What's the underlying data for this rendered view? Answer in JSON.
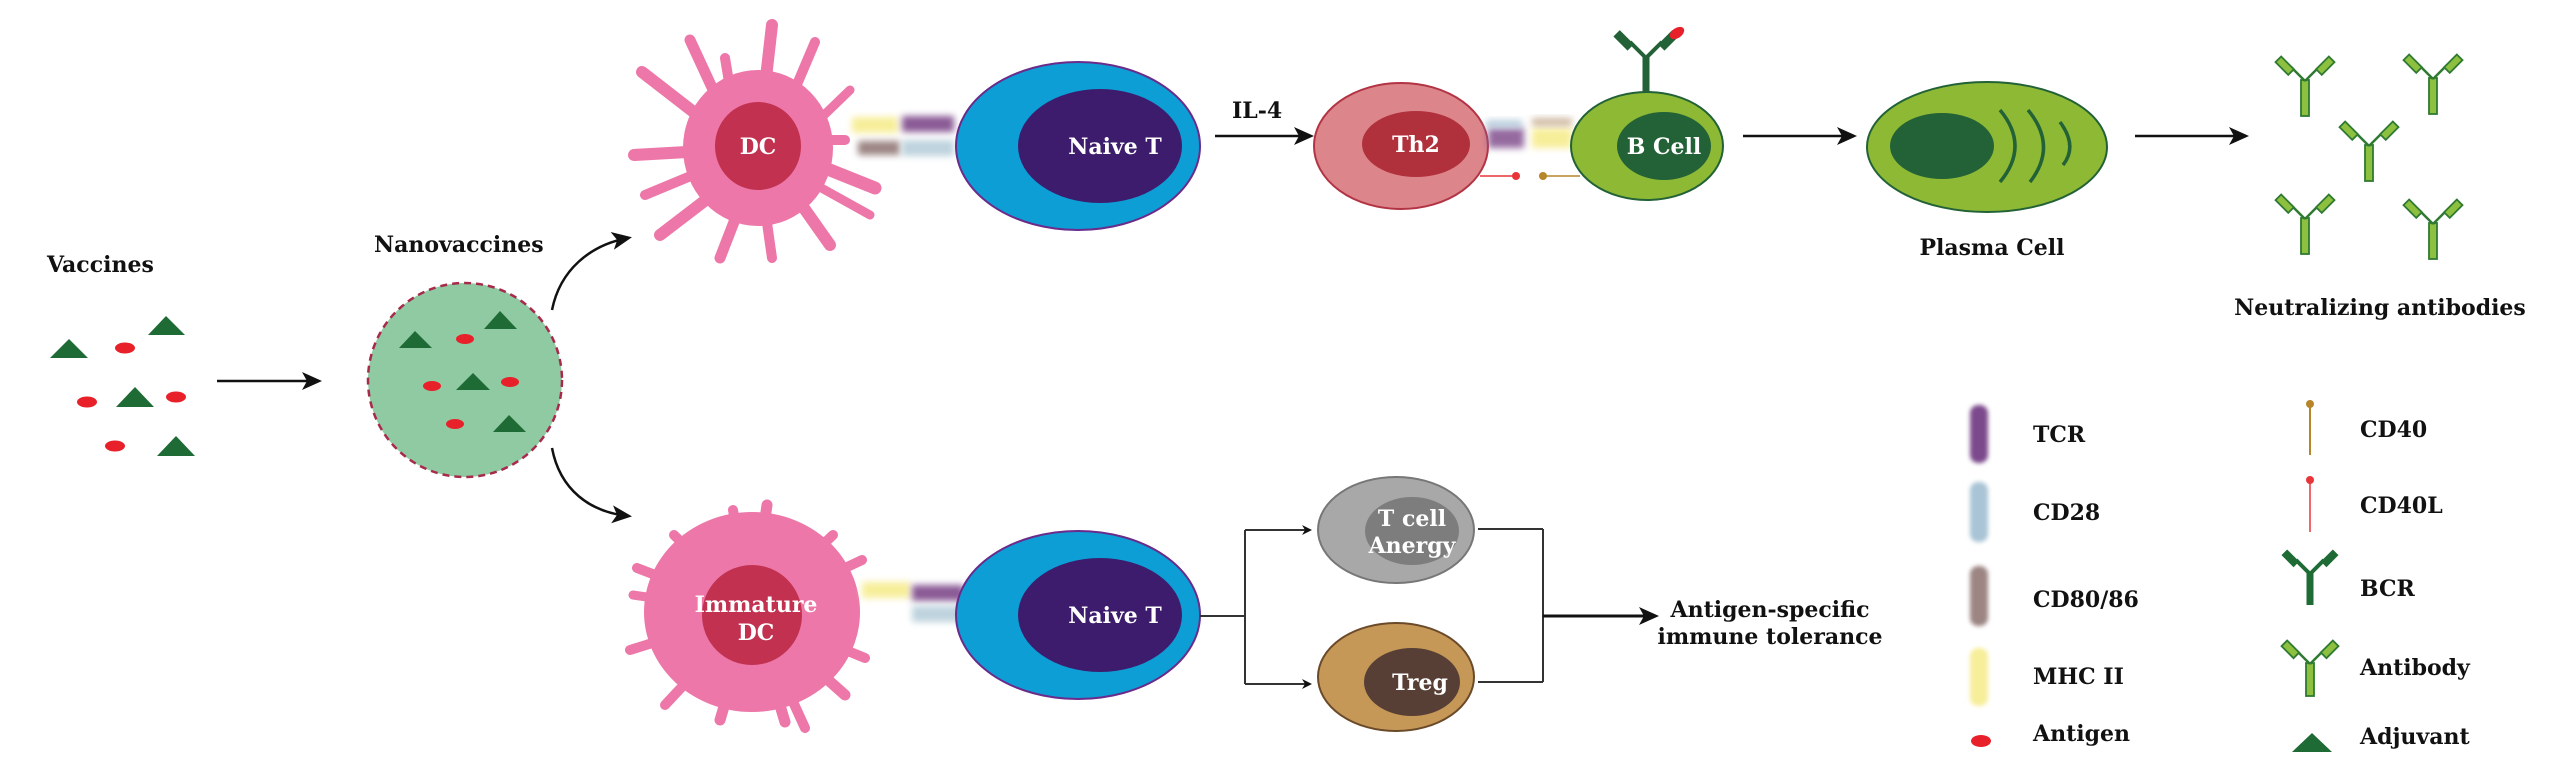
{
  "figure": {
    "labels": {
      "vaccines": "Vaccines",
      "nanovaccines": "Nanovaccines",
      "il4": "IL-4",
      "plasma_cell": "Plasma Cell",
      "neutralizing_antibodies": "Neutralizing antibodies",
      "tolerance_line1": "Antigen-specific",
      "tolerance_line2": "immune tolerance"
    },
    "cells": {
      "dc": "DC",
      "naive_t_top": "Naive T",
      "th2": "Th2",
      "b_cell": "B Cell",
      "immature_dc_line1": "Immature",
      "immature_dc_line2": "DC",
      "naive_t_bottom": "Naive T",
      "anergy_line1": "T cell",
      "anergy_line2": "Anergy",
      "treg": "Treg"
    },
    "legend": {
      "left": [
        {
          "label": "TCR",
          "icon": "tcr-bar-icon",
          "color": "#7b4a8c"
        },
        {
          "label": "CD28",
          "icon": "cd28-bar-icon",
          "color": "#a9c4d6"
        },
        {
          "label": "CD80/86",
          "icon": "cd80-86-bar-icon",
          "color": "#9c8583"
        },
        {
          "label": "MHC II",
          "icon": "mhc2-bar-icon",
          "color": "#f7ee9a"
        },
        {
          "label": "Antigen",
          "icon": "antigen-icon",
          "color": "#e8202a"
        }
      ],
      "right": [
        {
          "label": "CD40",
          "icon": "cd40-pin-icon",
          "color": "#b7862a"
        },
        {
          "label": "CD40L",
          "icon": "cd40l-pin-icon",
          "color": "#e8353a"
        },
        {
          "label": "BCR",
          "icon": "bcr-icon",
          "color": "#1f6b35"
        },
        {
          "label": "Antibody",
          "icon": "antibody-icon",
          "color": "#8dc03f"
        },
        {
          "label": "Adjuvant",
          "icon": "adjuvant-triangle-icon",
          "color": "#1f6b35"
        }
      ]
    },
    "colors": {
      "dc_body": "#ec77a8",
      "dc_nucleus": "#c23150",
      "t_outer": "#0d9ed6",
      "t_inner": "#3d1c6e",
      "th2_outer": "#dc858a",
      "th2_inner": "#b0313c",
      "b_outer": "#8db935",
      "b_inner": "#236137",
      "plasma_outer": "#8db935",
      "plasma_inner": "#236137",
      "anergy_outer": "#a8a8a8",
      "anergy_inner": "#7d7d7d",
      "treg_outer": "#c69858",
      "treg_inner": "#573f35",
      "nano_fill": "#8fcaa3",
      "nano_border": "#a82a4a",
      "adjuvant": "#1f6b35",
      "antigen": "#e8202a"
    }
  }
}
